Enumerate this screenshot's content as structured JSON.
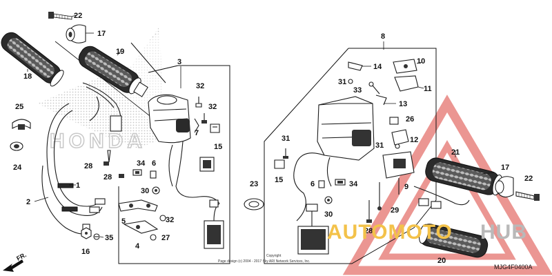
{
  "diagram": {
    "code": "MJG4F0400A",
    "direction_label": "FR.",
    "copyright": "Page design (c) 2004 - 2017 Sky ARI Network Services, Inc.",
    "copyright_short": "Copyright",
    "watermark": {
      "left": "AUTOMOTO",
      "right": "HUB",
      "left_color": "#f3c24a",
      "right_color": "#b9b9b9",
      "triangle_color": "#e88480"
    },
    "background_logo": "HONDA",
    "callouts": [
      {
        "id": "c22a",
        "label": "22"
      },
      {
        "id": "c17a",
        "label": "17"
      },
      {
        "id": "c19",
        "label": "19"
      },
      {
        "id": "c18",
        "label": "18"
      },
      {
        "id": "c3",
        "label": "3"
      },
      {
        "id": "c25",
        "label": "25"
      },
      {
        "id": "c24",
        "label": "24"
      },
      {
        "id": "c1",
        "label": "1"
      },
      {
        "id": "c2",
        "label": "2"
      },
      {
        "id": "c28a",
        "label": "28"
      },
      {
        "id": "c28b",
        "label": "28"
      },
      {
        "id": "c34a",
        "label": "34"
      },
      {
        "id": "c6a",
        "label": "6"
      },
      {
        "id": "c30a",
        "label": "30"
      },
      {
        "id": "c32a",
        "label": "32"
      },
      {
        "id": "c32b",
        "label": "32"
      },
      {
        "id": "c7",
        "label": "7"
      },
      {
        "id": "c15a",
        "label": "15"
      },
      {
        "id": "c5",
        "label": "5"
      },
      {
        "id": "c32c",
        "label": "32"
      },
      {
        "id": "c4",
        "label": "4"
      },
      {
        "id": "c27",
        "label": "27"
      },
      {
        "id": "c16",
        "label": "16"
      },
      {
        "id": "c35",
        "label": "35"
      },
      {
        "id": "c8",
        "label": "8"
      },
      {
        "id": "c14",
        "label": "14"
      },
      {
        "id": "c10",
        "label": "10"
      },
      {
        "id": "c31a",
        "label": "31"
      },
      {
        "id": "c33",
        "label": "33"
      },
      {
        "id": "c11",
        "label": "11"
      },
      {
        "id": "c13",
        "label": "13"
      },
      {
        "id": "c26",
        "label": "26"
      },
      {
        "id": "c31b",
        "label": "31"
      },
      {
        "id": "c31c",
        "label": "31"
      },
      {
        "id": "c12",
        "label": "12"
      },
      {
        "id": "c15b",
        "label": "15"
      },
      {
        "id": "c23",
        "label": "23"
      },
      {
        "id": "c6b",
        "label": "6"
      },
      {
        "id": "c34b",
        "label": "34"
      },
      {
        "id": "c30b",
        "label": "30"
      },
      {
        "id": "c9",
        "label": "9"
      },
      {
        "id": "c21",
        "label": "21"
      },
      {
        "id": "c17b",
        "label": "17"
      },
      {
        "id": "c22b",
        "label": "22"
      },
      {
        "id": "c29",
        "label": "29"
      },
      {
        "id": "c28c",
        "label": "28"
      },
      {
        "id": "c20",
        "label": "20"
      }
    ]
  }
}
